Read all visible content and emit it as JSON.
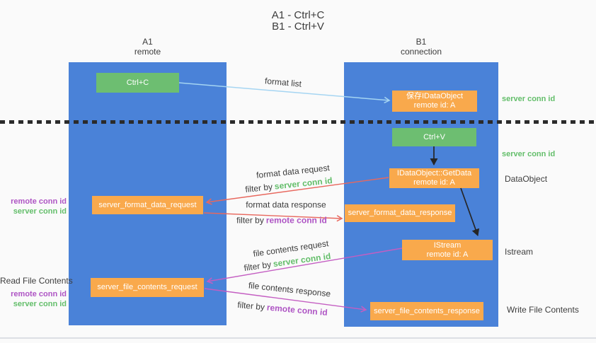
{
  "title": {
    "line1": "A1 - Ctrl+C",
    "line2": "B1 - Ctrl+V"
  },
  "columns": {
    "a": {
      "name": "A1",
      "subtitle": "remote"
    },
    "b": {
      "name": "B1",
      "subtitle": "connection"
    }
  },
  "nodes": {
    "ctrl_c": {
      "label": "Ctrl+C"
    },
    "save_dataobject": {
      "line1": "保存IDataObject",
      "line2": "remote id: A"
    },
    "ctrl_v": {
      "label": "Ctrl+V"
    },
    "getdata": {
      "line1": "IDataObject::GetData",
      "line2": "remote id: A"
    },
    "server_format_data_request": {
      "label": "server_format_data_request"
    },
    "server_format_data_response": {
      "label": "server_format_data_response"
    },
    "istream": {
      "line1": "IStream",
      "line2": "remote id: A"
    },
    "server_file_contents_request": {
      "label": "server_file_contents_request"
    },
    "server_file_contents_response": {
      "label": "server_file_contents_response"
    }
  },
  "flow_labels": {
    "format_list": "format list",
    "format_data_request": "format data request",
    "format_data_response": "format data response",
    "file_contents_request": "file contents request",
    "file_contents_response": "file contents response",
    "filter_by": "filter by",
    "server_conn_id": "server conn id",
    "remote_conn_id": "remote conn id"
  },
  "side_labels": {
    "remote_conn_id": "remote conn id",
    "server_conn_id": "server conn id",
    "read_file_contents": "Read File Contents",
    "write_file_contents": "Write File Contents",
    "dataobject": "DataObject",
    "istream": "Istream"
  },
  "colors": {
    "column_blue": "#4A82D8",
    "node_green": "#6DBE71",
    "node_orange": "#F9A94C",
    "arrow_blue": "#A5D5F2",
    "arrow_red": "#E8685E",
    "arrow_magenta": "#C45EC2",
    "arrow_black": "#262626",
    "text_green": "#63BE6A",
    "text_purple": "#AE54C4",
    "dash_black": "#2B2B2B"
  }
}
